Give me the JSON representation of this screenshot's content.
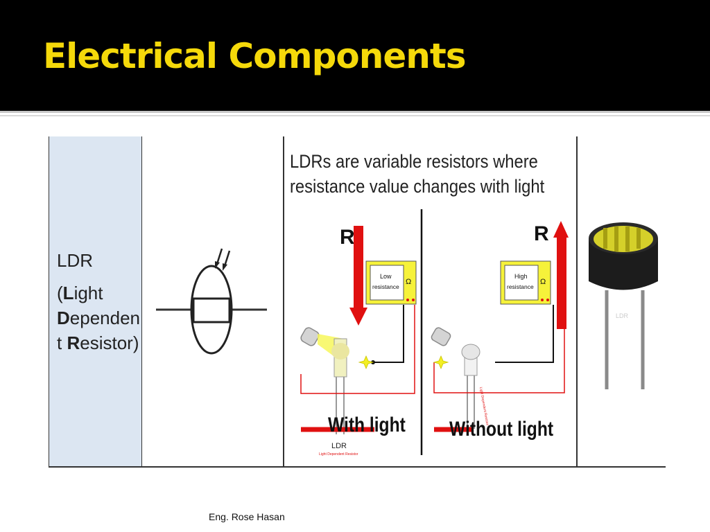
{
  "slide": {
    "title": "Electrical Components",
    "footer": "Eng. Rose Hasan"
  },
  "table": {
    "name": "LDR",
    "fullname": {
      "open": "(",
      "l": "L",
      "ight": "ight",
      "d": "D",
      "ependent": "ependen t ",
      "r": "R",
      "esistor": "esistor)"
    },
    "description_line1": "LDRs are variable resistors where",
    "description_line2": "resistance value changes with light",
    "with_light": {
      "caption": "With light",
      "arrow_label": "R",
      "meter_line1": "Low",
      "meter_line2": "resistance",
      "unit": "Ω",
      "component_label": "LDR",
      "component_sublabel": "Light Dependent Resistor"
    },
    "without_light": {
      "caption": "Without light",
      "arrow_label": "R",
      "meter_line1": "High",
      "meter_line2": "resistance",
      "unit": "Ω",
      "component_sublabel": "Light Dependent Resistor"
    },
    "photo_label": "LDR"
  },
  "colors": {
    "title": "#f5d90a",
    "name_cell": "#dce6f2",
    "arrow": "#e01010",
    "meter": "#f6f23a"
  }
}
